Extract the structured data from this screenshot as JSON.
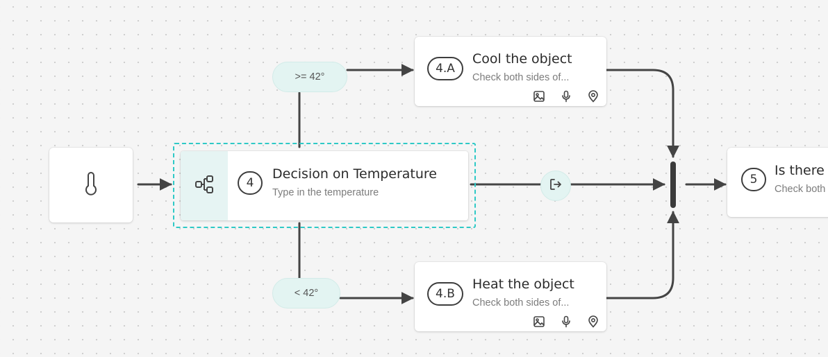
{
  "start_node": {
    "icon": "thermometer-icon"
  },
  "decision": {
    "step": "4",
    "title": "Decision on Temperature",
    "subtitle": "Type in the temperature",
    "icon": "workflow-icon"
  },
  "conditions": {
    "branch_a": ">= 42°",
    "branch_b": "< 42°"
  },
  "exit_icon": "exit-icon",
  "task_a": {
    "step": "4.A",
    "title": "Cool the object",
    "subtitle": "Check both sides of...",
    "icons": [
      "image-icon",
      "microphone-icon",
      "location-pin-icon"
    ]
  },
  "task_b": {
    "step": "4.B",
    "title": "Heat the object",
    "subtitle": "Check both sides of...",
    "icons": [
      "image-icon",
      "microphone-icon",
      "location-pin-icon"
    ]
  },
  "task_5": {
    "step": "5",
    "title": "Is there",
    "subtitle": "Check both"
  },
  "colors": {
    "accent_teal": "#2ec9c6",
    "pill_bg": "#e3f4f2",
    "line": "#444444",
    "canvas_bg": "#f5f5f5"
  }
}
